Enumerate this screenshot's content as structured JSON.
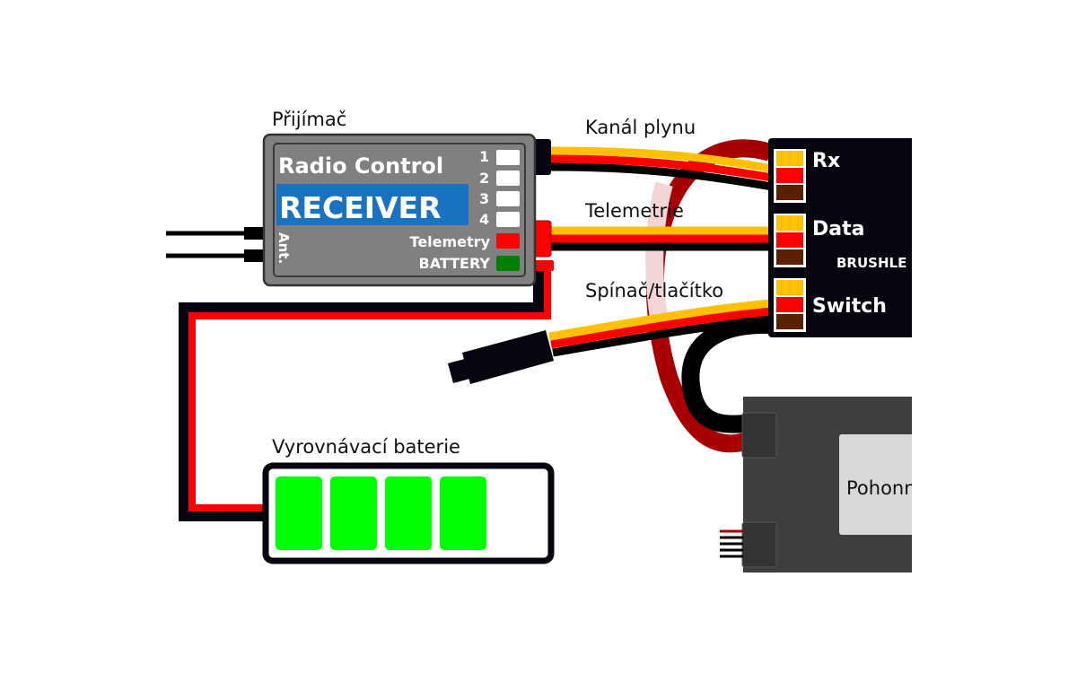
{
  "labels": {
    "receiver": "Přijímač",
    "throttle_channel": "Kanál plynu",
    "telemetry": "Telemetrie",
    "switch": "Spínač/tlačítko",
    "backup_battery": "Vyrovnávací baterie",
    "motor_battery": "Pohonn"
  },
  "receiver": {
    "line1": "Radio Control",
    "line2": "RECEIVER",
    "antenna": "Ant.",
    "channels": [
      "1",
      "2",
      "3",
      "4"
    ],
    "telemetry_port": "Telemetry",
    "battery_port": "BATTERY"
  },
  "esc": {
    "ports": [
      "Rx",
      "Data",
      "Switch"
    ],
    "model_text": "BRUSHLE"
  },
  "battery": {
    "cells_filled": 4,
    "cells_total": 5
  },
  "colors": {
    "wire_signal": "#ffc000",
    "wire_plus": "#ff0000",
    "wire_minus": "#000000",
    "receiver_body": "#808080",
    "receiver_badge": "#1a73c0",
    "esc_body": "#05050f",
    "battery_cell": "#00ff00",
    "telemetry_led": "#ff0000",
    "battery_led": "#008000",
    "power_red": "#a80000"
  }
}
